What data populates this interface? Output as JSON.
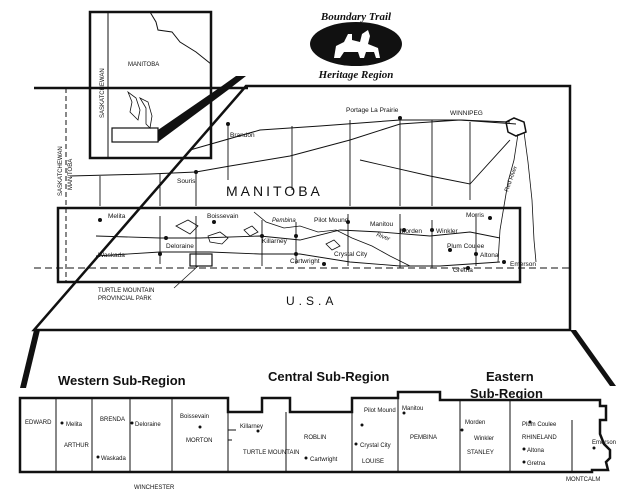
{
  "logo": {
    "line1": "Boundary Trail",
    "line2": "Heritage Region"
  },
  "inset": {
    "province_label": "MANITOBA",
    "side_label": "SASKATCHEWAN"
  },
  "main_map": {
    "province_label": "MANITOBA",
    "country_label": "U.S.A",
    "border_label_top": "SASKATCHEWAN",
    "border_label_bottom": "MANITOBA",
    "rivers": [
      "Pembina",
      "River",
      "Red River"
    ],
    "park_label_line1": "TURTLE MOUNTAIN",
    "park_label_line2": "PROVINCIAL PARK",
    "towns": {
      "winnipeg": "WINNIPEG",
      "portage": "Portage La Prairie",
      "brandon": "Brandon",
      "souris": "Souris",
      "melita": "Melita",
      "boissevain": "Boissevain",
      "waskada": "Waskada",
      "deloraine": "Deloraine",
      "killarney": "Killarney",
      "pilot_mound": "Pilot Mound",
      "cartwright": "Cartwright",
      "crystal_city": "Crystal City",
      "manitou": "Manitou",
      "morden": "Morden",
      "winkler": "Winkler",
      "plum_coulee": "Plum Coulee",
      "altona": "Altona",
      "gretna": "Gretna",
      "morris": "Morris",
      "emerson": "Emerson"
    }
  },
  "subregions": {
    "western": "Western Sub-Region",
    "central": "Central Sub-Region",
    "eastern_line1": "Eastern",
    "eastern_line2": "Sub-Region"
  },
  "municipalities": {
    "edward": "EDWARD",
    "arthur": "ARTHUR",
    "brenda": "BRENDA",
    "winchester": "WINCHESTER",
    "morton": "MORTON",
    "turtle_mountain": "TURTLE MOUNTAIN",
    "roblin": "ROBLIN",
    "louise": "LOUISE",
    "pembina": "PEMBINA",
    "stanley": "STANLEY",
    "rhineland": "RHINELAND",
    "montcalm": "MONTCALM"
  },
  "bottom_towns": {
    "melita": "Melita",
    "waskada": "Waskada",
    "deloraine": "Deloraine",
    "boissevain": "Boissevain",
    "killarney": "Killarney",
    "cartwright": "Cartwright",
    "pilot_mound": "Pilot Mound",
    "crystal_city": "Crystal City",
    "manitou": "Manitou",
    "morden": "Morden",
    "winkler": "Winkler",
    "plum_coulee": "Plum Coulee",
    "altona": "Altona",
    "gretna": "Gretna",
    "emerson": "Emerson"
  }
}
